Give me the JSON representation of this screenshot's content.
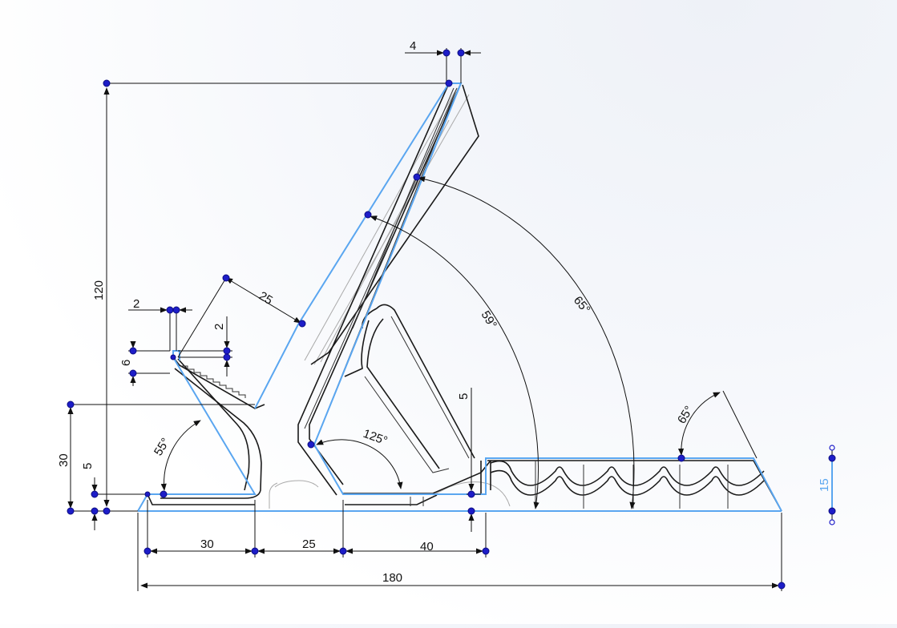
{
  "dimensions": {
    "total_width": "180",
    "height": "120",
    "top_width": "4",
    "diag_25": "25",
    "small_2a": "2",
    "small_2b": "2",
    "small_6": "6",
    "left_30": "30",
    "left_5": "5",
    "base_30": "30",
    "base_25": "25",
    "base_40": "40",
    "mid_5": "5",
    "right_15": "15",
    "angle_55": "55°",
    "angle_125": "125°",
    "angle_59": "59°",
    "angle_65_big": "65°",
    "angle_65_small": "65°"
  },
  "colors": {
    "sketch": "#5aa6f0",
    "point": "#1d1dc8",
    "geometry": "#1a1a1a"
  }
}
